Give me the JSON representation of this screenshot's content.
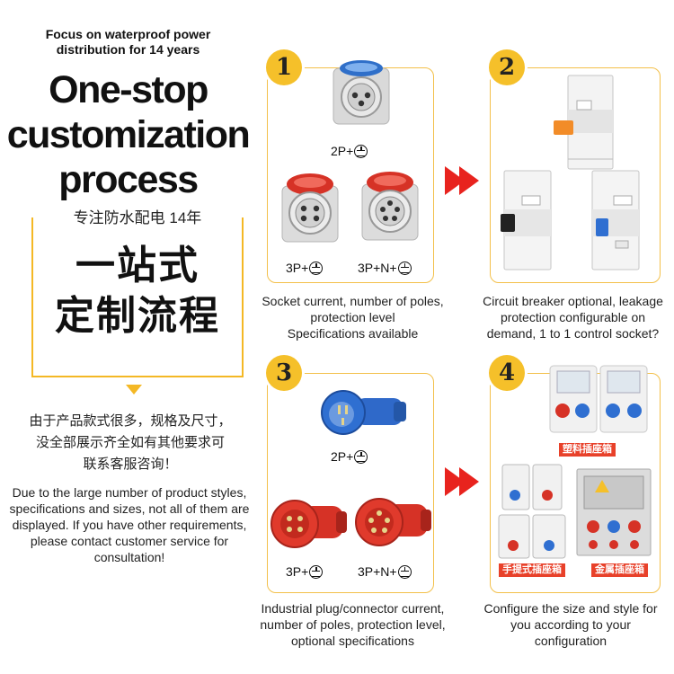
{
  "intro": {
    "tagline": "Focus on waterproof power distribution for 14 years",
    "headline": [
      "One-stop",
      "customization",
      "process"
    ],
    "cn_subtitle": "专注防水配电 14年",
    "cn_title": [
      "一站式",
      "定制流程"
    ],
    "cn_note": [
      "由于产品款式很多，规格及尺寸，",
      "没全部展示齐全如有其他要求可",
      "联系客服咨询！"
    ],
    "en_note": "Due to the large number of product styles, specifications and sizes, not all of them are displayed. If you have other requirements, please contact customer service for consultation!"
  },
  "steps": [
    {
      "number": "1",
      "caption": [
        "Socket current, number of poles,",
        "protection level",
        "Specifications available"
      ],
      "labels": [
        "2P+",
        "3P+",
        "3P+N+"
      ]
    },
    {
      "number": "2",
      "caption": [
        "Circuit breaker optional, leakage",
        "protection configurable on",
        "demand, 1 to 1 control socket?"
      ]
    },
    {
      "number": "3",
      "caption": [
        "Industrial plug/connector current,",
        "number of poles, protection level,",
        "optional specifications"
      ],
      "labels": [
        "2P+",
        "3P+",
        "3P+N+"
      ]
    },
    {
      "number": "4",
      "caption": [
        "Configure the size and style for",
        "you according to your",
        "configuration"
      ],
      "tags": [
        "塑料插座箱",
        "手提式插座箱",
        "金属插座箱"
      ]
    }
  ],
  "colors": {
    "accent": "#f5c02a",
    "border": "#f3c04a",
    "arrow": "#e8231e",
    "tag": "#e8412a"
  },
  "icons": {
    "ground": "ground-symbol-icon",
    "arrow": "double-chevron-right-icon"
  }
}
